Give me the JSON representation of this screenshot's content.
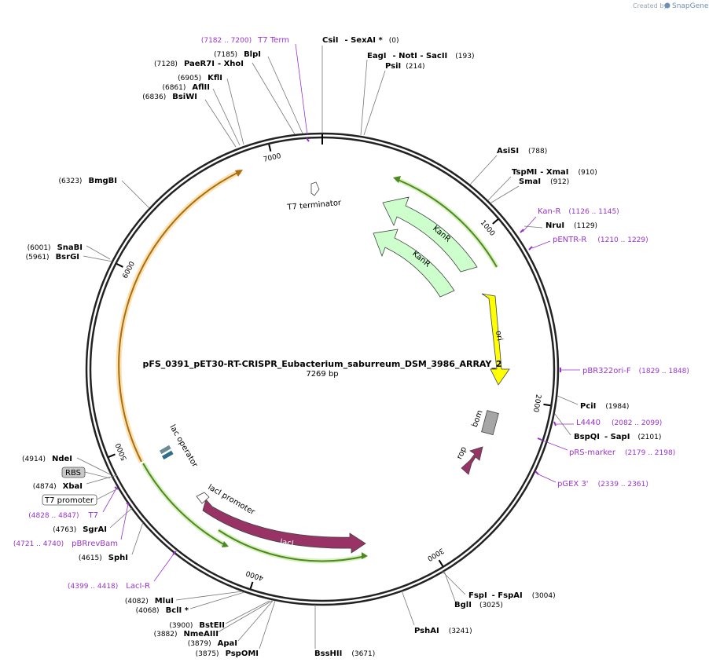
{
  "credit": {
    "text": "Created by",
    "brand": "SnapGene"
  },
  "plasmid": {
    "name": "pFS_0391_pET30-RT-CRISPR_Eubacterium_saburreum_DSM_3986_ARRAY_2",
    "size_label": "7269 bp"
  },
  "ticks": [
    "1000",
    "2000",
    "3000",
    "4000",
    "5000",
    "6000",
    "7000"
  ],
  "enzymes": [
    {
      "name": "CsiI",
      "extra": "- SexAI *",
      "pos": "(0)"
    },
    {
      "name": "EagI",
      "extra": "- NotI - SacII",
      "pos": "(193)"
    },
    {
      "name": "PsiI",
      "extra": "",
      "pos": "(214)"
    },
    {
      "name": "AsiSI",
      "extra": "",
      "pos": "(788)"
    },
    {
      "name": "TspMI",
      "extra": "- XmaI",
      "pos": "(910)"
    },
    {
      "name": "SmaI",
      "extra": "",
      "pos": "(912)"
    },
    {
      "name": "NruI",
      "extra": "",
      "pos": "(1129)"
    },
    {
      "name": "PciI",
      "extra": "",
      "pos": "(1984)"
    },
    {
      "name": "BspQI",
      "extra": "- SapI",
      "pos": "(2101)"
    },
    {
      "name": "FspI",
      "extra": "- FspAI",
      "pos": "(3004)"
    },
    {
      "name": "BglI",
      "extra": "",
      "pos": "(3025)"
    },
    {
      "name": "PshAI",
      "extra": "",
      "pos": "(3241)"
    },
    {
      "name": "BssHII",
      "extra": "",
      "pos": "(3671)"
    },
    {
      "name": "PspOMI",
      "extra": "",
      "pos": "(3875)"
    },
    {
      "name": "ApaI",
      "extra": "",
      "pos": "(3879)"
    },
    {
      "name": "NmeAIII",
      "extra": "",
      "pos": "(3882)"
    },
    {
      "name": "BstEII",
      "extra": "",
      "pos": "(3900)"
    },
    {
      "name": "BclI *",
      "extra": "",
      "pos": "(4068)"
    },
    {
      "name": "MluI",
      "extra": "",
      "pos": "(4082)"
    },
    {
      "name": "SphI",
      "extra": "",
      "pos": "(4615)"
    },
    {
      "name": "SgrAI",
      "extra": "",
      "pos": "(4763)"
    },
    {
      "name": "XbaI",
      "extra": "",
      "pos": "(4874)"
    },
    {
      "name": "NdeI",
      "extra": "",
      "pos": "(4914)"
    },
    {
      "name": "BsrGI",
      "extra": "",
      "pos": "(5961)"
    },
    {
      "name": "SnaBI",
      "extra": "",
      "pos": "(6001)"
    },
    {
      "name": "BmgBI",
      "extra": "",
      "pos": "(6323)"
    },
    {
      "name": "BsiWI",
      "extra": "",
      "pos": "(6836)"
    },
    {
      "name": "AflII",
      "extra": "",
      "pos": "(6861)"
    },
    {
      "name": "KflI",
      "extra": "",
      "pos": "(6905)"
    },
    {
      "name": "PaeR7I",
      "extra": "- XhoI",
      "pos": "(7128)"
    },
    {
      "name": "BlpI",
      "extra": "",
      "pos": "(7185)"
    }
  ],
  "primers": [
    {
      "name": "T7 Term",
      "range": "(7182 .. 7200)"
    },
    {
      "name": "Kan-R",
      "range": "(1126 .. 1145)"
    },
    {
      "name": "pENTR-R",
      "range": "(1210 .. 1229)"
    },
    {
      "name": "pBR322ori-F",
      "range": "(1829 .. 1848)"
    },
    {
      "name": "L4440",
      "range": "(2082 .. 2099)"
    },
    {
      "name": "pRS-marker",
      "range": "(2179 .. 2198)"
    },
    {
      "name": "pGEX 3'",
      "range": "(2339 .. 2361)"
    },
    {
      "name": "LacI-R",
      "range": "(4399 .. 4418)"
    },
    {
      "name": "pBRrevBam",
      "range": "(4721 .. 4740)"
    },
    {
      "name": "T7",
      "range": "(4828 .. 4847)"
    }
  ],
  "features": {
    "kanr_1": "KanR",
    "kanr_2": "KanR",
    "ori": "ori",
    "bom": "bom",
    "rop": "rop",
    "laci": "lacI",
    "laci_promoter": "lacI promoter",
    "lac_operator": "lac operator",
    "t7_terminator": "T7 terminator",
    "rbs": "RBS",
    "t7_promoter": "T7 promoter"
  },
  "colors": {
    "backbone": "#222222",
    "orange_arc": "#f5b342",
    "green_arc": "#6aa82a",
    "kanr": "#ccffcc",
    "ori": "#ffff00",
    "rop": "#993366",
    "laci": "#993366",
    "bom": "#a6a6a6",
    "primer": "#9933cc",
    "lac_operator": "#3a7a8c"
  }
}
